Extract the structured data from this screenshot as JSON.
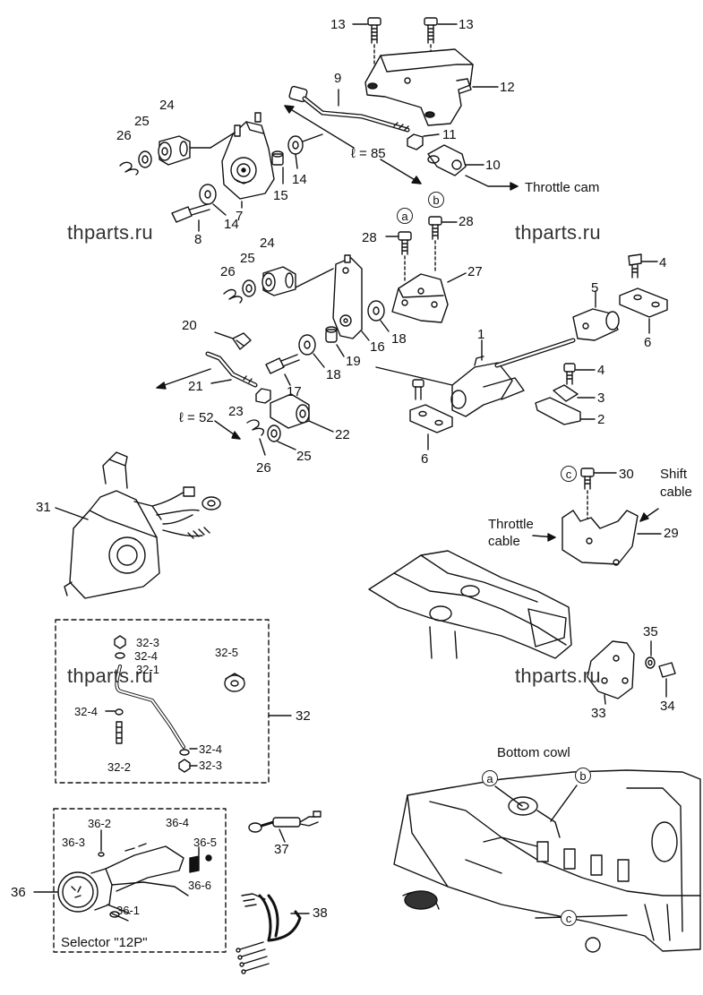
{
  "watermark": "thparts.ru",
  "notes": {
    "throttle_cam": "Throttle cam",
    "dim_upper": "ℓ = 85",
    "dim_lower": "ℓ = 52",
    "shift_cable": "Shift cable",
    "shift_cable_l1": "Shift",
    "shift_cable_l2": "cable",
    "throttle_cable_l1": "Throttle",
    "throttle_cable_l2": "cable",
    "bottom_cowl": "Bottom cowl",
    "selector": "Selector \"12P\""
  },
  "callouts": {
    "a": "a",
    "b": "b",
    "c": "c"
  },
  "parts": [
    "1",
    "2",
    "3",
    "4",
    "5",
    "6",
    "7",
    "8",
    "9",
    "10",
    "11",
    "12",
    "13",
    "14",
    "15",
    "16",
    "17",
    "18",
    "19",
    "20",
    "21",
    "22",
    "23",
    "24",
    "25",
    "26",
    "27",
    "28",
    "29",
    "30",
    "31",
    "32",
    "32-1",
    "32-2",
    "32-3",
    "32-4",
    "32-5",
    "33",
    "34",
    "35",
    "36",
    "36-1",
    "36-2",
    "36-3",
    "36-4",
    "36-5",
    "36-6",
    "37",
    "38"
  ]
}
